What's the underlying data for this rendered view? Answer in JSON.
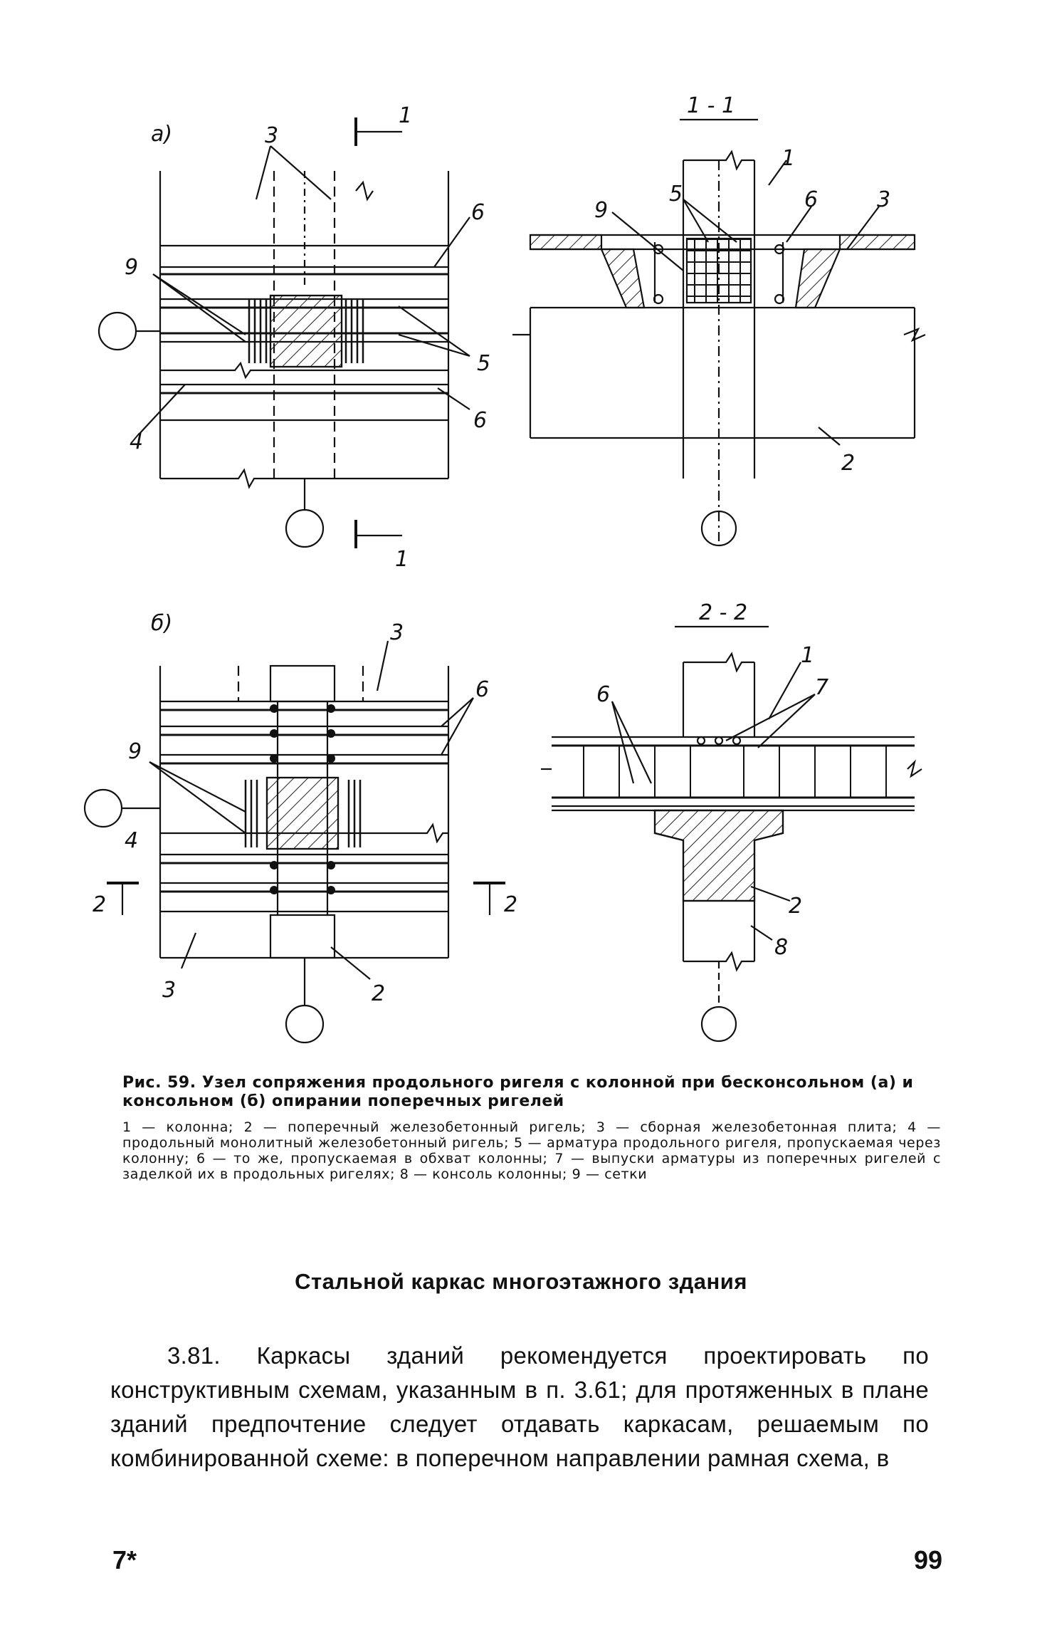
{
  "figure": {
    "panel_a_label": "а)",
    "panel_b_label": "б)",
    "section_1_title": "1 - 1",
    "section_2_title": "2 - 2",
    "callouts": {
      "n1": "1",
      "n2": "2",
      "n3": "3",
      "n4": "4",
      "n5": "5",
      "n6": "6",
      "n7": "7",
      "n8": "8",
      "n9": "9"
    }
  },
  "caption": {
    "title": "Рис. 59. Узел сопряжения продольного ригеля с колонной при бесконсольном (а) и консольном (б) опирании поперечных ригелей",
    "legend": "1 — колонна; 2 — поперечный железобетонный ригель; 3 — сборная железобетонная плита; 4 — продольный монолитный железобетонный ригель; 5 — арматура продольного ригеля, пропускаемая через колонну; 6 — то же, пропускаемая в обхват колонны; 7 — выпуски арматуры из поперечных ригелей с заделкой их в продольных ригелях; 8 — консоль колонны; 9 — сетки"
  },
  "section_heading": "Стальной каркас многоэтажного здания",
  "body_text": "3.81. Каркасы зданий рекомендуется проектировать по конструктивным схемам, указанным в п. 3.61; для протяженных в плане зданий предпочтение следует отдавать каркасам, решаемым по комбинированной схеме: в поперечном направлении рамная схема, в",
  "page_mark_left": "7*",
  "page_number": "99"
}
